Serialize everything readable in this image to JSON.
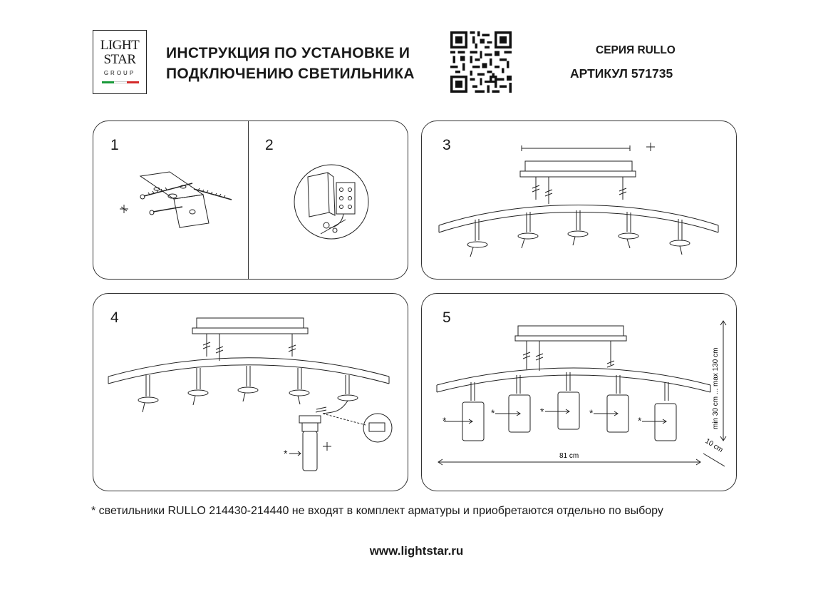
{
  "logo": {
    "line1": "LIGHT",
    "line2": "STAR",
    "line3": "GROUP",
    "flag_colors": [
      "#1a9a3a",
      "#ffffff",
      "#d42a2a"
    ]
  },
  "title": {
    "line1": "ИНСТРУКЦИЯ ПО УСТАНОВКЕ И",
    "line2": "ПОДКЛЮЧЕНИЮ СВЕТИЛЬНИКА"
  },
  "series_label": "СЕРИЯ RULLO",
  "article_label": "АРТИКУЛ 571735",
  "steps": {
    "s1": "1",
    "s2": "2",
    "s3": "3",
    "s4": "4",
    "s5": "5"
  },
  "step4": {
    "asterisk": "*"
  },
  "step5": {
    "asterisk": "*",
    "height_dim": "min 30 cm ... max 130 cm",
    "width_dim": "81 cm",
    "depth_dim": "10 cm"
  },
  "footnote": "* светильники RULLO 214430-214440 не входят в комплект арматуры и приобретаются отдельно по выбору",
  "website": "www.lightstar.ru"
}
